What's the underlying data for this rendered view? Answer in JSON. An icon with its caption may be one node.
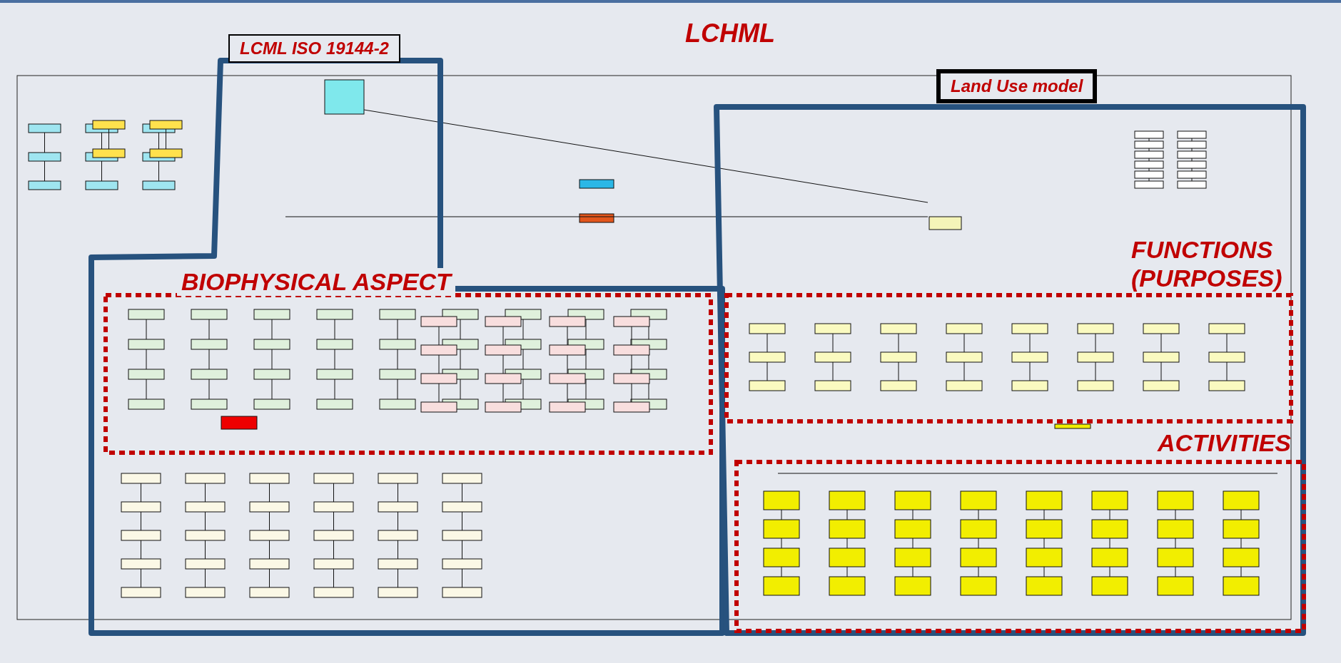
{
  "diagram": {
    "title": "LCHML",
    "nodes": [
      {
        "text": [
          "LCML ISO 19144-2"
        ]
      },
      {
        "text": [
          "Land Use model"
        ]
      },
      {
        "text": [
          "BIOPHYSICAL ASPECT"
        ],
        "in": 0
      },
      {
        "text": [
          "FUNCTIONS (PURPOSES)"
        ],
        "in": 1
      },
      {
        "text": [
          "ACTIVITIES"
        ],
        "in": 1
      }
    ],
    "edges": []
  }
}
